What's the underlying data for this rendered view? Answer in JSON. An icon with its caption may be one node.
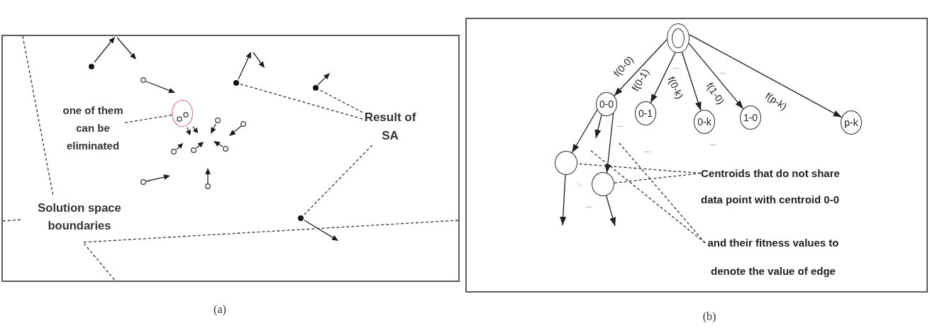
{
  "diagram": {
    "nodes": [
      {
        "text": [],
        "shape": "box",
        "beside": [
          "(a)"
        ]
      },
      {
        "text": [
          "one of them can be eliminated"
        ],
        "in": 0
      },
      {
        "text": [],
        "shape": "circle",
        "in": 0
      },
      {
        "text": [
          "Solution space boundaries"
        ],
        "in": 0
      },
      {
        "text": [
          "Result of SA"
        ],
        "in": 0
      },
      {
        "text": [],
        "shape": "circle",
        "in": 0
      },
      {
        "text": [],
        "shape": "circle",
        "in": 0
      },
      {
        "text": [],
        "shape": "circle",
        "in": 0
      },
      {
        "text": [],
        "shape": "box",
        "beside": [
          "(b)"
        ]
      },
      {
        "text": [],
        "shape": "circle",
        "in": 8
      },
      {
        "text": [
          "0-0"
        ],
        "in": 8
      },
      {
        "text": [
          "0-1"
        ],
        "in": 8
      },
      {
        "text": [
          "0-k"
        ],
        "in": 8
      },
      {
        "text": [
          "1-0"
        ],
        "in": 8
      },
      {
        "text": [
          "p-k"
        ],
        "in": 8
      },
      {
        "text": [],
        "shape": "circle",
        "in": 8
      },
      {
        "text": [],
        "shape": "circle",
        "in": 8
      },
      {
        "text": [
          "Centroids that do not share data point with centroid 0-0"
        ],
        "in": 8
      },
      {
        "text": [
          "and their fitness values to denote the value of edge"
        ],
        "in": 8
      }
    ],
    "edges": [
      {
        "from": 1,
        "to": 2,
        "arrow": "none",
        "style": "dashed"
      },
      {
        "from": 4,
        "to": 5,
        "arrow": "none",
        "style": "dashed"
      },
      {
        "from": 4,
        "to": 6,
        "arrow": "none",
        "style": "dashed"
      },
      {
        "from": 4,
        "to": 7,
        "arrow": "none",
        "style": "dashed"
      },
      {
        "from": 9,
        "to": 10,
        "arrow": "to",
        "label": "f(0-0)"
      },
      {
        "from": 9,
        "to": 11,
        "arrow": "to",
        "label": "f(0-1)"
      },
      {
        "from": 9,
        "to": 12,
        "arrow": "to",
        "label": "f(0-k)"
      },
      {
        "from": 9,
        "to": 13,
        "arrow": "to",
        "label": "f(1-0)"
      },
      {
        "from": 9,
        "to": 14,
        "arrow": "to",
        "label": "f(p-k)"
      },
      {
        "from": 10,
        "to": 15,
        "arrow": "to"
      },
      {
        "from": 10,
        "to": null,
        "arrow": "to"
      },
      {
        "from": 10,
        "to": 16,
        "arrow": "to"
      },
      {
        "from": 15,
        "to": null,
        "arrow": "to"
      },
      {
        "from": 16,
        "to": null,
        "arrow": "to"
      },
      {
        "from": 17,
        "to": 15,
        "arrow": "none",
        "style": "dashed"
      },
      {
        "from": 17,
        "to": 16,
        "arrow": "none",
        "style": "dashed"
      },
      {
        "from": 18,
        "to": null,
        "arrow": "none",
        "style": "dashed"
      },
      {
        "from": 18,
        "to": null,
        "arrow": "none",
        "style": "dashed"
      }
    ],
    "labels": [
      "...",
      "...",
      "...",
      "...",
      "...",
      "...",
      "..."
    ]
  }
}
